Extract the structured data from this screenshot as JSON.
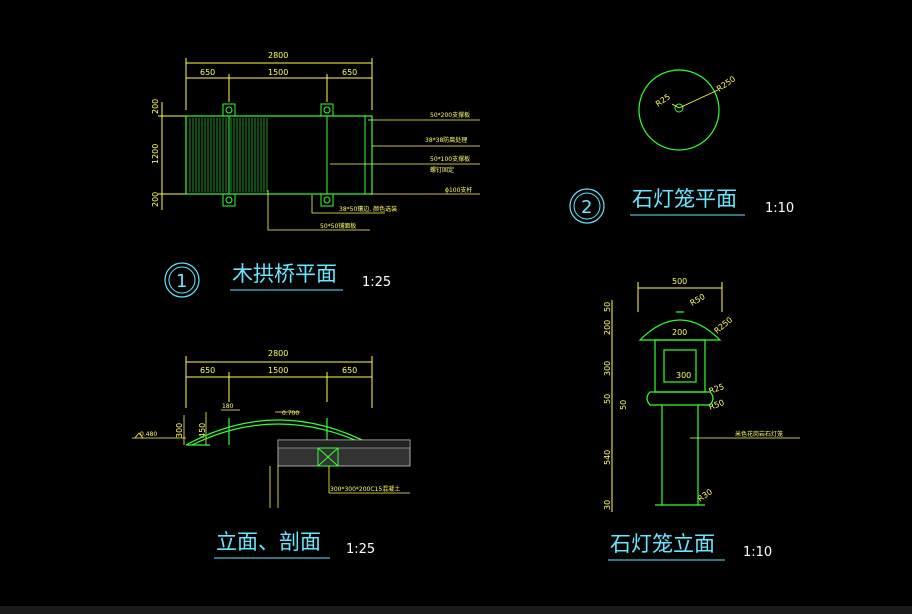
{
  "drawing": {
    "bridge_plan": {
      "title": "木拱桥平面",
      "scale": "1:25",
      "number": "1",
      "top_dims": {
        "total": "2800",
        "left": "650",
        "mid": "1500",
        "right": "650"
      },
      "left_dims": {
        "top": "200",
        "mid": "1200",
        "bottom": "200"
      },
      "notes": [
        "50*200支撑板",
        "38*38防腐处理",
        "50*100支撑板",
        "螺钉固定",
        "ϕ100支杆",
        "38*50镶边, 颜色选装",
        "50*50铺面板"
      ]
    },
    "lantern_plan": {
      "title": "石灯笼平面",
      "scale": "1:10",
      "number": "2",
      "r_outer": "R250",
      "r_inner": "R25"
    },
    "bridge_elevation": {
      "title": "立面、剖面",
      "scale": "1:25",
      "top_dims": {
        "total": "2800",
        "left": "650",
        "mid": "1500",
        "right": "650"
      },
      "level": "0.480",
      "dim_300": "300",
      "dim_450": "450",
      "dim_180": "180",
      "dim_top": "0.700",
      "foundation_note": "300*300*200C15混凝土"
    },
    "lantern_elevation": {
      "title": "石灯笼立面",
      "scale": "1:10",
      "width": "500",
      "r50": "R50",
      "r250": "R250",
      "w200": "200",
      "w300": "300",
      "r25": "R25",
      "r50b": "R50",
      "r30": "R30",
      "left_dims": [
        "50",
        "200",
        "300",
        "50",
        "50",
        "540",
        "30"
      ],
      "material_note": "米色花岗岩石灯笼"
    }
  },
  "colors": {
    "bg": "#000000",
    "line_green": "#33ff33",
    "line_yellow": "#ffff44",
    "text_cyan": "#66e6ff",
    "text_white": "#ffffff"
  }
}
